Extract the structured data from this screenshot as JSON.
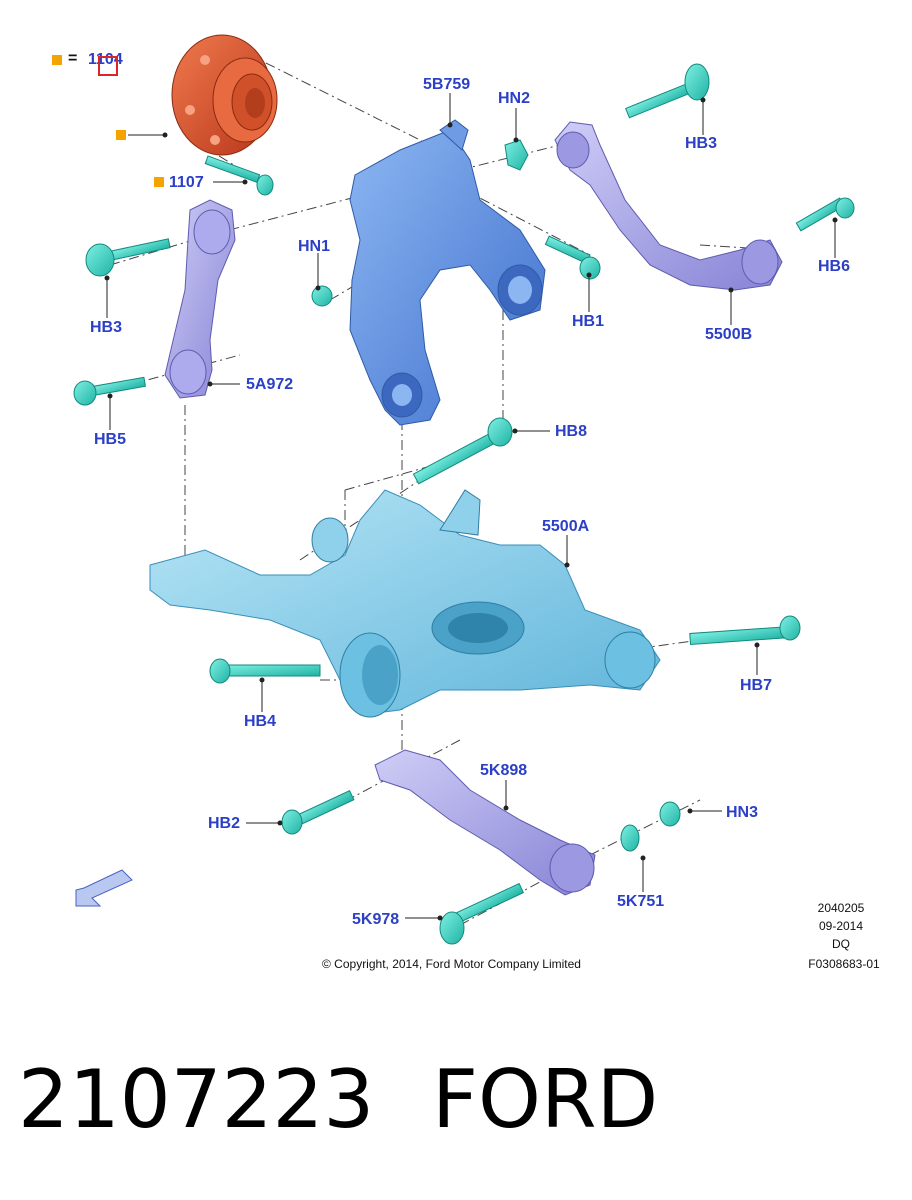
{
  "legend": {
    "equals": "=",
    "part": "1104"
  },
  "labels": {
    "p1107": "1107",
    "p5b759": "5B759",
    "hn2": "HN2",
    "hb3_top": "HB3",
    "hn1": "HN1",
    "hb6": "HB6",
    "hb1": "HB1",
    "hb3_left": "HB3",
    "p5500b": "5500B",
    "p5a972": "5A972",
    "hb5": "HB5",
    "hb8": "HB8",
    "p5500a": "5500A",
    "hb7": "HB7",
    "hb4": "HB4",
    "p5k898": "5K898",
    "hn3": "HN3",
    "hb2": "HB2",
    "p5k751": "5K751",
    "p5k978": "5K978"
  },
  "meta": {
    "code": "2040205",
    "date": "09-2014",
    "region": "DQ",
    "figure": "F0308683-01"
  },
  "copyright": "© Copyright, 2014, Ford Motor Company Limited",
  "part_number": "2107223",
  "brand": "FORD",
  "colors": {
    "label": "#2b3fc7",
    "marker": "#f4a400",
    "hub": "#e0552e",
    "knuckle": "#5b8fe0",
    "arm_light": "#8fd0ea",
    "link_purple": "#a9a6e8",
    "bolt": "#3ed6c6"
  },
  "icons": [
    "direction-arrow-icon"
  ]
}
